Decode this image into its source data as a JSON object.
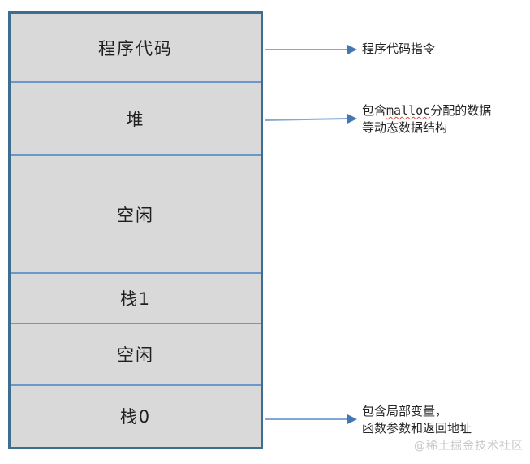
{
  "diagram": {
    "segments": [
      {
        "label": "程序代码"
      },
      {
        "label": "堆"
      },
      {
        "label": "空闲"
      },
      {
        "label": "栈1"
      },
      {
        "label": "空闲"
      },
      {
        "label": "栈0"
      }
    ],
    "annotations": {
      "program_code": {
        "line1": "程序代码指令"
      },
      "heap": {
        "prefix": "包含",
        "code": "malloc",
        "suffix": "分配的数据",
        "line2": "等动态数据结构"
      },
      "stack0": {
        "line1": "包含局部变量，",
        "line2": "函数参数和返回地址"
      }
    },
    "watermark": "@稀土掘金技术社区",
    "colors": {
      "box_fill": "#d9d9d9",
      "outer_border": "#3d6d8f",
      "divider": "#6b97c9",
      "arrow_line": "#7fa8d2",
      "arrow_head": "#4478b0",
      "text": "#1f1f1f",
      "watermark": "#c8c8c8",
      "malloc_underline": "#e0443a"
    }
  }
}
